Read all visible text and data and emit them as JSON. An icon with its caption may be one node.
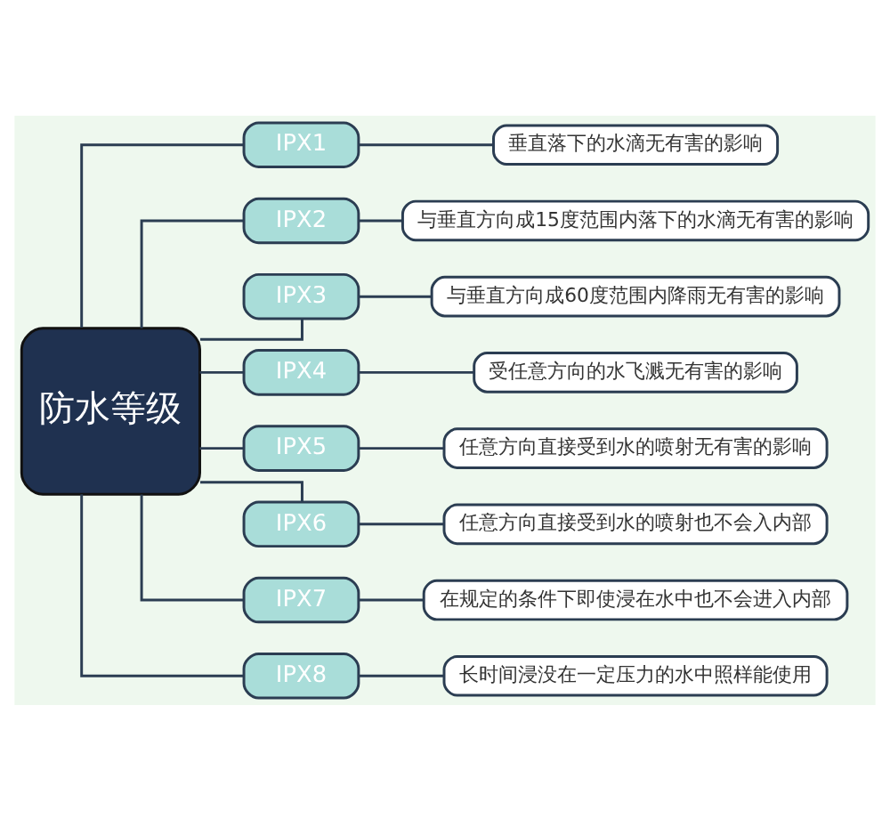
{
  "diagram": {
    "nodes": [
      {
        "text": [
          "防水等级"
        ]
      },
      {
        "text": [
          "IPX1"
        ]
      },
      {
        "text": [
          "IPX2"
        ]
      },
      {
        "text": [
          "IPX3"
        ]
      },
      {
        "text": [
          "IPX4"
        ]
      },
      {
        "text": [
          "IPX5"
        ]
      },
      {
        "text": [
          "IPX6"
        ]
      },
      {
        "text": [
          "IPX7"
        ]
      },
      {
        "text": [
          "IPX8"
        ]
      },
      {
        "text": [
          "垂直落下的水滴无有害的影响"
        ]
      },
      {
        "text": [
          "与垂直方向成15度范围内落下的水滴无有害的影响"
        ]
      },
      {
        "text": [
          "与垂直方向成60度范围内降雨无有害的影响"
        ]
      },
      {
        "text": [
          "受任意方向的水飞溅无有害的影响"
        ]
      },
      {
        "text": [
          "任意方向直接受到水的喷射无有害的影响"
        ]
      },
      {
        "text": [
          "任意方向直接受到水的喷射也不会入内部"
        ]
      },
      {
        "text": [
          "在规定的条件下即使浸在水中也不会进入内部"
        ]
      },
      {
        "text": [
          "长时间浸没在一定压力的水中照样能使用"
        ]
      }
    ],
    "edges": [
      {
        "from": 0,
        "to": 1,
        "arrow": "none"
      },
      {
        "from": 0,
        "to": 2,
        "arrow": "none"
      },
      {
        "from": 0,
        "to": 3,
        "arrow": "none"
      },
      {
        "from": 0,
        "to": 4,
        "arrow": "none"
      },
      {
        "from": 0,
        "to": 5,
        "arrow": "none"
      },
      {
        "from": 0,
        "to": 6,
        "arrow": "none"
      },
      {
        "from": 0,
        "to": 7,
        "arrow": "none"
      },
      {
        "from": 0,
        "to": 8,
        "arrow": "none"
      },
      {
        "from": 1,
        "to": 9,
        "arrow": "none"
      },
      {
        "from": 2,
        "to": 10,
        "arrow": "none"
      },
      {
        "from": 3,
        "to": 11,
        "arrow": "none"
      },
      {
        "from": 4,
        "to": 12,
        "arrow": "none"
      },
      {
        "from": 5,
        "to": 13,
        "arrow": "none"
      },
      {
        "from": 6,
        "to": 14,
        "arrow": "none"
      },
      {
        "from": 7,
        "to": 15,
        "arrow": "none"
      },
      {
        "from": 8,
        "to": 16,
        "arrow": "none"
      }
    ]
  }
}
